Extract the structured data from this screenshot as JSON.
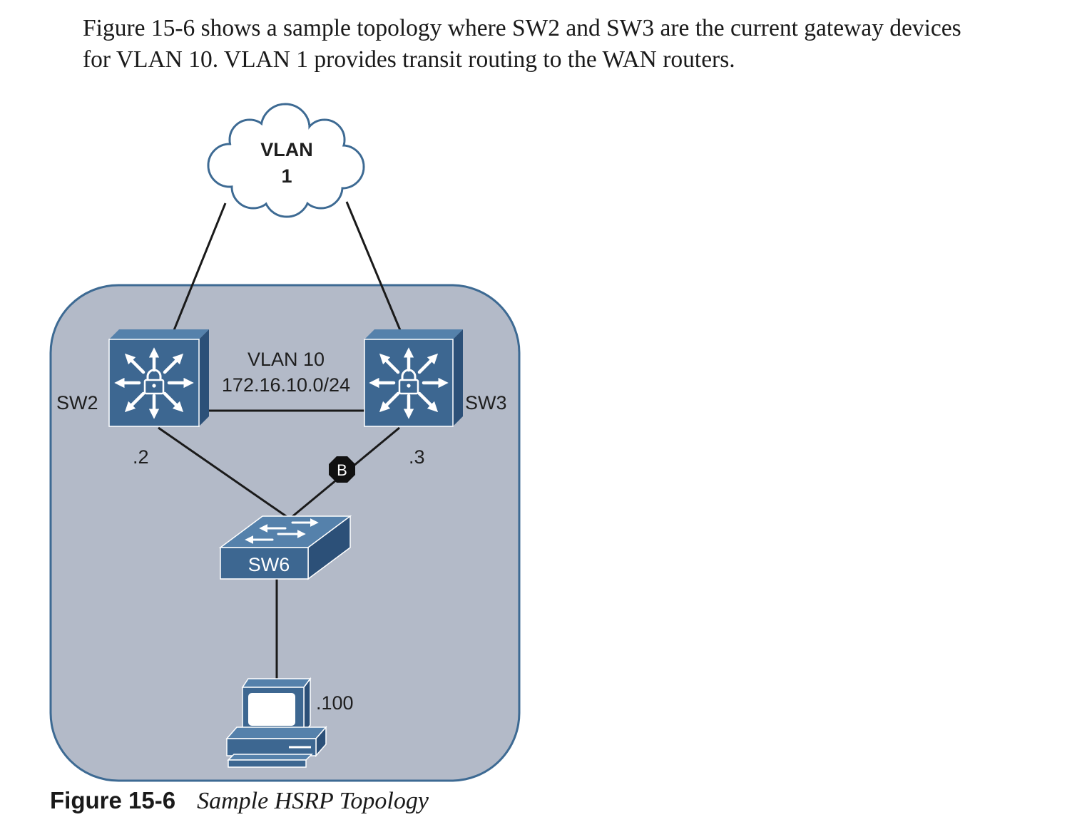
{
  "intro": {
    "line1": "Figure 15-6 shows a sample topology where SW2 and SW3 are the current gateway devices",
    "line2": "for VLAN 10. VLAN 1 provides transit routing to the WAN routers."
  },
  "diagram": {
    "cloud": {
      "line1": "VLAN",
      "line2": "1"
    },
    "segment": {
      "line1": "VLAN 10",
      "line2": "172.16.10.0/24"
    },
    "sw2": {
      "label": "SW2",
      "address": ".2"
    },
    "sw3": {
      "label": "SW3",
      "address": ".3"
    },
    "sw6": {
      "label": "SW6"
    },
    "pc": {
      "address": ".100"
    },
    "blocked_port": {
      "label": "B"
    },
    "colors": {
      "region_fill": "#b3bac8",
      "region_stroke": "#3d6a93",
      "device": "#3d6791",
      "line": "#1a1a1a"
    }
  },
  "caption": {
    "number": "Figure 15-6",
    "title": "Sample HSRP Topology"
  }
}
